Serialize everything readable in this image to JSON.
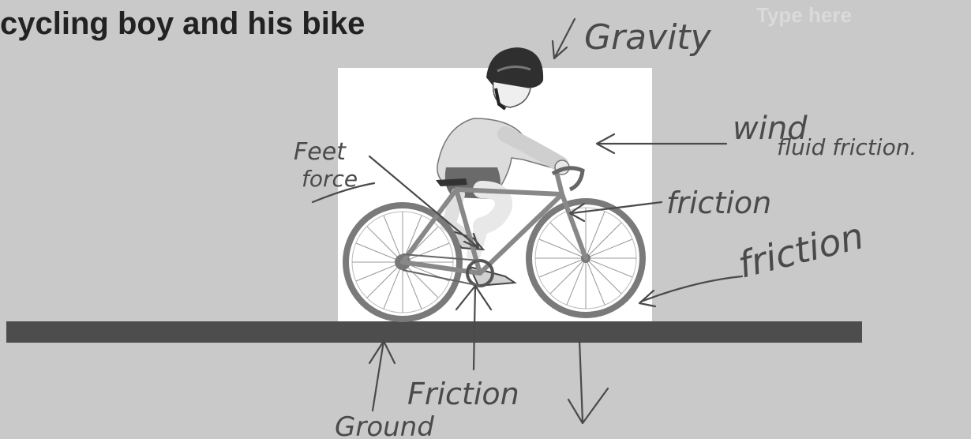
{
  "slide": {
    "title": "cycling boy and his bike",
    "placeholder": "Type here"
  },
  "annotations": {
    "gravity": "Gravity",
    "wind": "wind",
    "fluid_friction": "fluid friction.",
    "feet_force_line1": "Feet",
    "feet_force_line2": "force",
    "friction_handle": "friction",
    "friction_wheel": "friction",
    "friction_ground": "Friction",
    "ground": "Ground"
  },
  "colors": {
    "background": "#c9c9c9",
    "ground_bar": "#4d4d4d",
    "ink": "#4a4a4a",
    "photo_bg": "#ffffff"
  }
}
